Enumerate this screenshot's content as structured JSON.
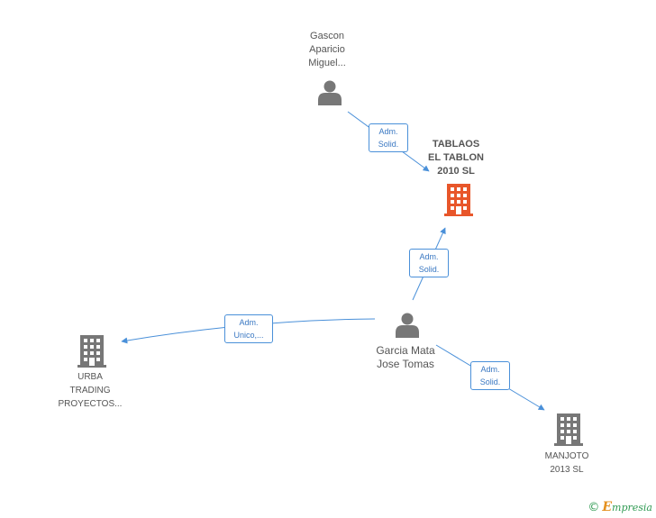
{
  "colors": {
    "edge": "#4a90d9",
    "person_icon": "#777777",
    "company_icon": "#777777",
    "focus_company_icon": "#e8562a",
    "brand_green": "#2f9a52",
    "brand_orange": "#e4901e"
  },
  "nodes": {
    "gascon": {
      "type": "person",
      "lines": [
        "Gascon",
        "Aparicio",
        "Miguel..."
      ],
      "icon": "person-icon"
    },
    "tablaos": {
      "type": "company",
      "focus": true,
      "lines": [
        "TABLAOS",
        "EL TABLON",
        "2010 SL"
      ],
      "icon": "building-icon"
    },
    "garcia": {
      "type": "person",
      "lines": [
        "Garcia Mata",
        "Jose Tomas"
      ],
      "icon": "person-icon"
    },
    "urba": {
      "type": "company",
      "lines": [
        "URBA",
        "TRADING",
        "PROYECTOS..."
      ],
      "icon": "building-icon"
    },
    "manjoto": {
      "type": "company",
      "lines": [
        "MANJOTO",
        "2013 SL"
      ],
      "icon": "building-icon"
    }
  },
  "edges": [
    {
      "id": "gascon-tablaos",
      "label": [
        "Adm.",
        "Solid."
      ]
    },
    {
      "id": "garcia-tablaos",
      "label": [
        "Adm.",
        "Solid."
      ]
    },
    {
      "id": "garcia-urba",
      "label": [
        "Adm.",
        "Unico,..."
      ]
    },
    {
      "id": "garcia-manjoto",
      "label": [
        "Adm.",
        "Solid."
      ]
    }
  ],
  "brand": {
    "copyright": "©",
    "initial": "E",
    "rest": "mpresia"
  }
}
